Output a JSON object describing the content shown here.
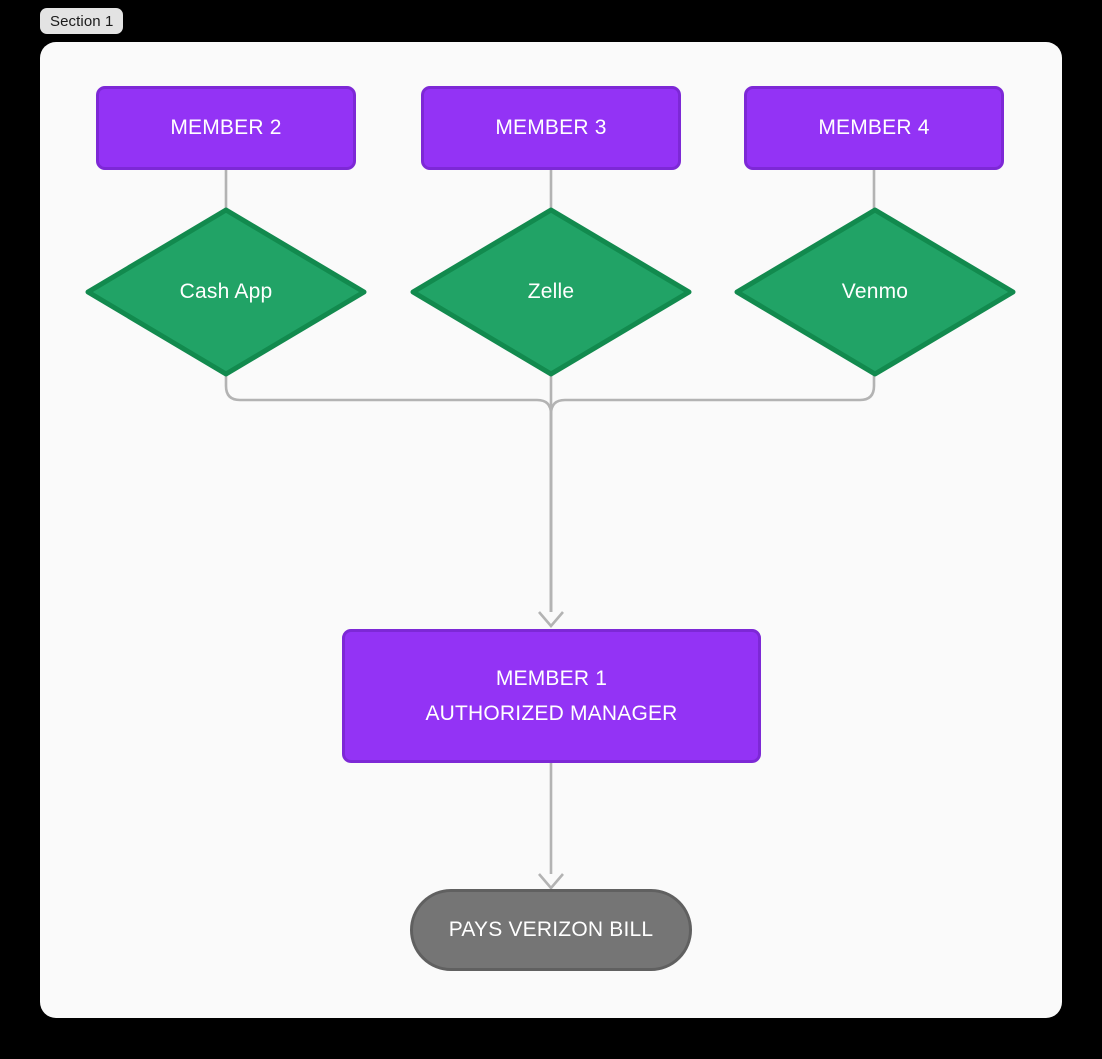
{
  "page": {
    "background_color": "#000000",
    "card_background_color": "#fafafa"
  },
  "section_label": "Section 1",
  "diagram": {
    "type": "flowchart",
    "direction": "top-down",
    "palette": {
      "process_fill": "#9333f5",
      "process_border": "#7d28d6",
      "decision_fill": "#21a366",
      "decision_border": "#128a4e",
      "terminal_fill": "#757575",
      "terminal_border": "#606060",
      "connector": "#b3b3b3",
      "node_text": "#ffffff"
    },
    "nodes": {
      "member2": {
        "label": "MEMBER 2",
        "shape": "process"
      },
      "member3": {
        "label": "MEMBER 3",
        "shape": "process"
      },
      "member4": {
        "label": "MEMBER 4",
        "shape": "process"
      },
      "cashapp": {
        "label": "Cash App",
        "shape": "decision"
      },
      "zelle": {
        "label": "Zelle",
        "shape": "decision"
      },
      "venmo": {
        "label": "Venmo",
        "shape": "decision"
      },
      "member1": {
        "label_line1": "MEMBER 1",
        "label_line2": "AUTHORIZED MANAGER",
        "shape": "process"
      },
      "verizon": {
        "label": "PAYS VERIZON BILL",
        "shape": "terminal"
      }
    },
    "edges": [
      {
        "from": "member2",
        "to": "cashapp",
        "arrow": false
      },
      {
        "from": "member3",
        "to": "zelle",
        "arrow": false
      },
      {
        "from": "member4",
        "to": "venmo",
        "arrow": false
      },
      {
        "from": "cashapp",
        "to": "member1",
        "arrow": true
      },
      {
        "from": "zelle",
        "to": "member1",
        "arrow": true
      },
      {
        "from": "venmo",
        "to": "member1",
        "arrow": true
      },
      {
        "from": "member1",
        "to": "verizon",
        "arrow": true
      }
    ]
  }
}
